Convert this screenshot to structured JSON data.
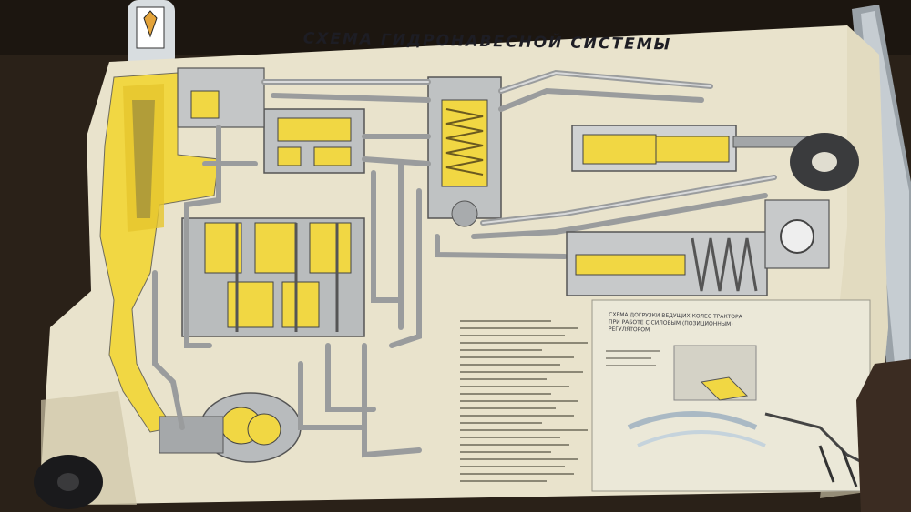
{
  "poster": {
    "title": "СХЕМА ГИДРОНАВЕСНОЙ СИСТЕМЫ",
    "inset_title": [
      "СХЕМА ДОГРУЗКИ ВЕДУЩИХ КОЛЕС ТРАКТОРА",
      "ПРИ РАБОТЕ С СИЛОВЫМ (ПОЗИЦИОННЫМ)",
      "РЕГУЛЯТОРОМ"
    ]
  },
  "colors": {
    "paper": "#e9e3cc",
    "yellow_fill": "#f1d743",
    "pipe_grey": "#9a9c9d",
    "background": "#2a2118"
  }
}
